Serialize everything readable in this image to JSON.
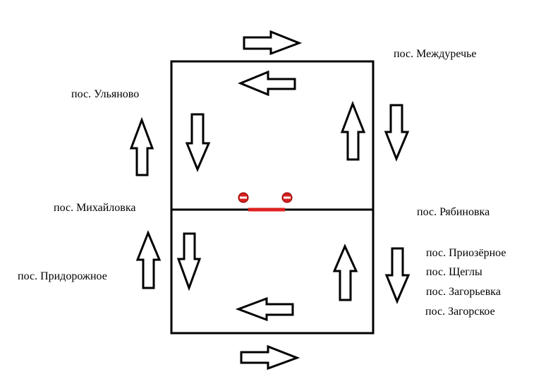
{
  "labels": {
    "mezhdurechye": "пос. Междуречье",
    "ulyanovo": "пос. Ульяново",
    "mikhailovka": "пос. Михайловка",
    "ryabinovka": "пос. Рябиновка",
    "pridorozhnoe": "пос. Придорожное",
    "priozernoe": "пос. Приозёрное",
    "shchegly": "пос. Щеглы",
    "zagoryevka": "пос. Загорьевка",
    "zagorskoe": "пос. Загорское"
  },
  "colors": {
    "road": "#000000",
    "closed_segment": "#e02020",
    "no_entry_sign": "#d42020",
    "background": "#ffffff"
  },
  "icons": {
    "traffic_arrow": "hollow-block-arrow",
    "road_closed": "no-entry-sign"
  }
}
